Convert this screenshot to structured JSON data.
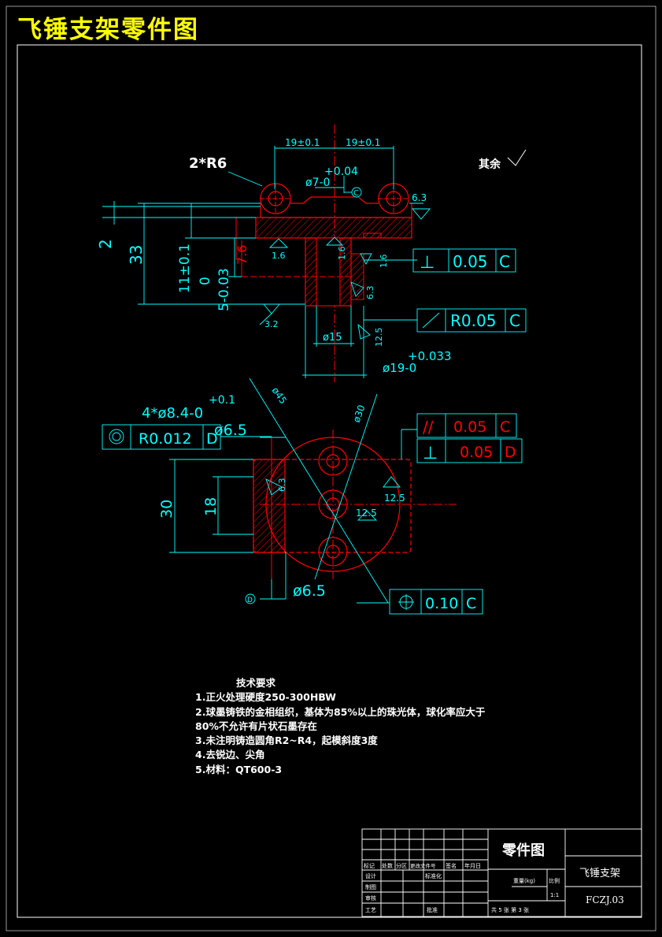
{
  "title": "飞锤支架零件图",
  "colors": {
    "background": "#000000",
    "frame": "#ffffff",
    "title": "#ffff00",
    "part_outline": "#ff0000",
    "dimension": "#00ffff",
    "hatch": "#ff0000",
    "tolerance_box_red": "#ff0000"
  },
  "notes": {
    "corner_r": "2*R6",
    "surface_rest": "其余"
  },
  "front_view": {
    "dim_19_left": "19±0.1",
    "dim_19_right": "19±0.1",
    "tol_plus_004": "+0.04",
    "dim_phi7": "ø7-0",
    "datum_c": "C",
    "rough_63_top": "6.3",
    "dim_2": "2",
    "dim_33": "33",
    "dim_11": "11±0.1",
    "dim_0": "0",
    "dim_5": "5-0.03",
    "dim_76": "7.6",
    "rough_16_a": "1.6",
    "rough_16_b": "1.6",
    "rough_16_c": "1.6",
    "rough_63_mid": "6.3",
    "rough_32": "3.2",
    "rough_125": "12.5",
    "dim_phi15": "ø15",
    "tol_plus_0033": "+0.033",
    "dim_phi19": "ø19-0",
    "fcf1": {
      "symbol": "⊥",
      "value": "0.05",
      "datum": "C"
    },
    "fcf2": {
      "symbol": "↗",
      "value": "R0.05",
      "datum": "C"
    }
  },
  "top_view": {
    "dim_phi45": "ø45",
    "dim_phi30": "ø30",
    "tol_plus_01": "+0.1",
    "dim_holes": "4*ø8.4-0",
    "dim_65_top": "ø6.5",
    "dim_65_bot": "ø6.5",
    "dim_30": "30",
    "dim_18": "18",
    "rough_63": "6.3",
    "rough_125_a": "12.5",
    "rough_125_b": "12.5",
    "datum_d": "D",
    "fcf_conc": {
      "symbol": "◎",
      "value": "R0.012",
      "datum": "D"
    },
    "fcf_par": {
      "symbol": "//",
      "value": "0.05",
      "datum": "C"
    },
    "fcf_perp": {
      "symbol": "⊥",
      "value": "0.05",
      "datum": "D"
    },
    "fcf_pos": {
      "symbol": "⊕",
      "value": "0.10",
      "datum": "C"
    }
  },
  "tech_requirements": {
    "heading": "技术要求",
    "items": [
      "1.正火处理硬度250-300HBW",
      "2.球墨铸铁的金相组织，基体为85%以上的珠光体，球化率应大于",
      "80%不允许有片状石墨存在",
      "3.未注明铸造圆角R2~R4，起模斜度3度",
      "4.去锐边、尖角",
      "5.材料：QT600-3"
    ]
  },
  "title_block": {
    "drawing_type": "零件图",
    "part_name": "飞锤支架",
    "drawing_no": "FCZJ.03",
    "hdr": [
      "标记",
      "处数",
      "分区",
      "更改文件号",
      "签名",
      "年月日"
    ],
    "rows": [
      "设计",
      "制图",
      "审核",
      "工艺"
    ],
    "std": "标准化",
    "approve": "批准",
    "weight": "重量(kg)",
    "scale": "比例",
    "scale_val": "1:1",
    "sheets": "共 5 张  第 3 张"
  }
}
